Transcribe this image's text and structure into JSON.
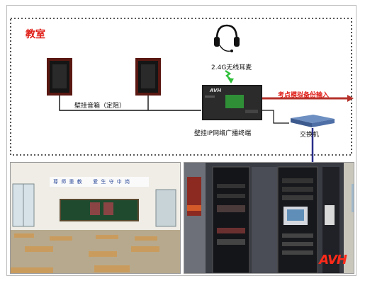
{
  "diagram": {
    "room_label": "教室",
    "headset_label": "2.4G无线耳麦",
    "speakers_label": "壁挂音箱（定阻）",
    "terminal_label": "壁挂IP网络广播终端",
    "backup_label": "考点模拟备份输入",
    "switch_label": "交换机",
    "terminal_device_brand": "AVH"
  },
  "photos": {
    "classroom_banner": "尊 师 重 教 　 爱 生 守 中 岗",
    "brand": "AVH"
  },
  "colors": {
    "accent_red": "#e0201a",
    "link_green": "#2fbf3a",
    "backup_arrow": "#b5312a",
    "uplink_blue": "#2a2f8a"
  }
}
